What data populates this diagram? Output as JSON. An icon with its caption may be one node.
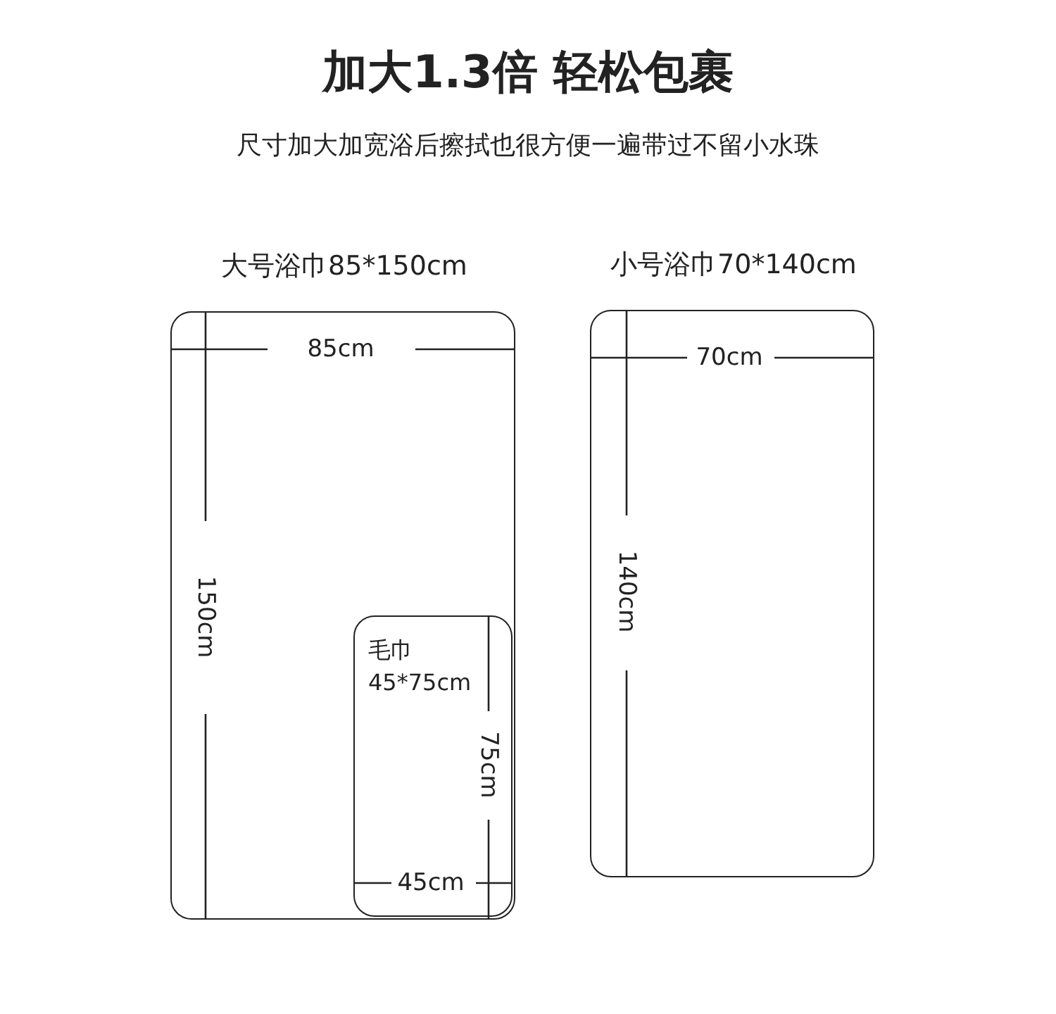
{
  "diagram": {
    "title": "加大1.3倍 轻松包裹",
    "nodes": [
      {
        "text": [
          "大号浴巾85*150cm"
        ]
      },
      {
        "text": [
          "毛巾",
          "45*75cm"
        ],
        "in": 0
      },
      {
        "text": [
          "小号浴巾70*140cm"
        ]
      }
    ],
    "labels": [
      "尺寸加大加宽浴后擦拭也很方便一遍带过不留小水珠",
      "85cm",
      "150cm",
      "75cm",
      "45cm",
      "70cm",
      "140cm"
    ]
  }
}
